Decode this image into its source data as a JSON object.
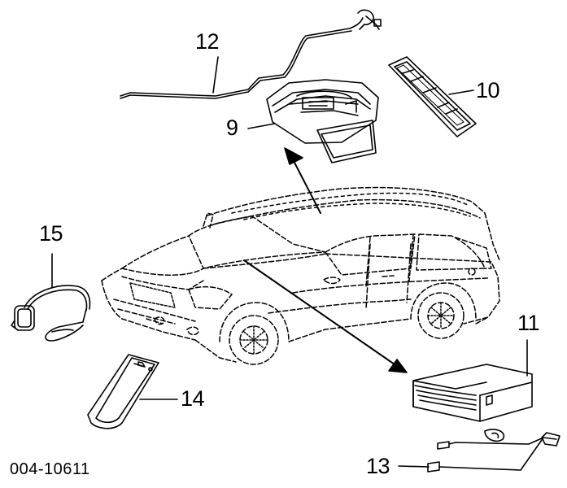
{
  "callouts": {
    "overhead_dvd_console": "9",
    "overhead_mount_bracket": "10",
    "video_player_module": "11",
    "video_wiring_harness": "12",
    "rca_audio_cable": "13",
    "remote_control": "14",
    "wireless_headphones": "15"
  },
  "diagram_id": "004-10611"
}
